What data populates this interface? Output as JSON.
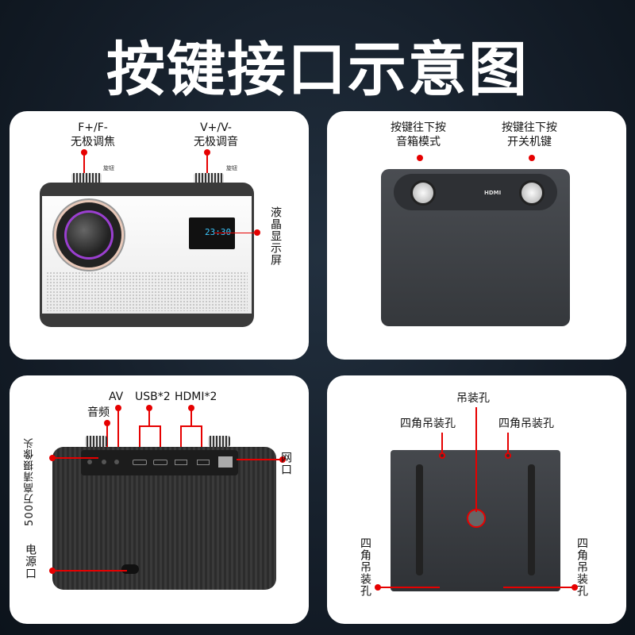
{
  "title": "按键接口示意图",
  "front": {
    "focus_label_1": "F+/F-",
    "focus_label_2": "无极调焦",
    "volume_label_1": "V+/V-",
    "volume_label_2": "无极调音",
    "knob_hint": "旋钮",
    "lcd_label": "液晶显示屏",
    "lcd_time": "23:30"
  },
  "top": {
    "mode_label_1": "按键往下按",
    "mode_label_2": "音箱模式",
    "power_label_1": "按键往下按",
    "power_label_2": "开关机键",
    "port_print": "HDMI"
  },
  "back": {
    "audio_label": "音频",
    "av_label": "AV",
    "usb_label": "USB*2",
    "hdmi_label": "HDMI*2",
    "camera_label": "500万高清摄像头",
    "network_label": "网口",
    "power_label": "电源口"
  },
  "bottom": {
    "center_label": "吊装孔",
    "corner_label_tl": "四角吊装孔",
    "corner_label_tr": "四角吊装孔",
    "corner_label_bl": "四角吊装孔",
    "corner_label_br": "四角吊装孔"
  },
  "colors": {
    "accent": "#e60000",
    "background": "#141d28"
  }
}
